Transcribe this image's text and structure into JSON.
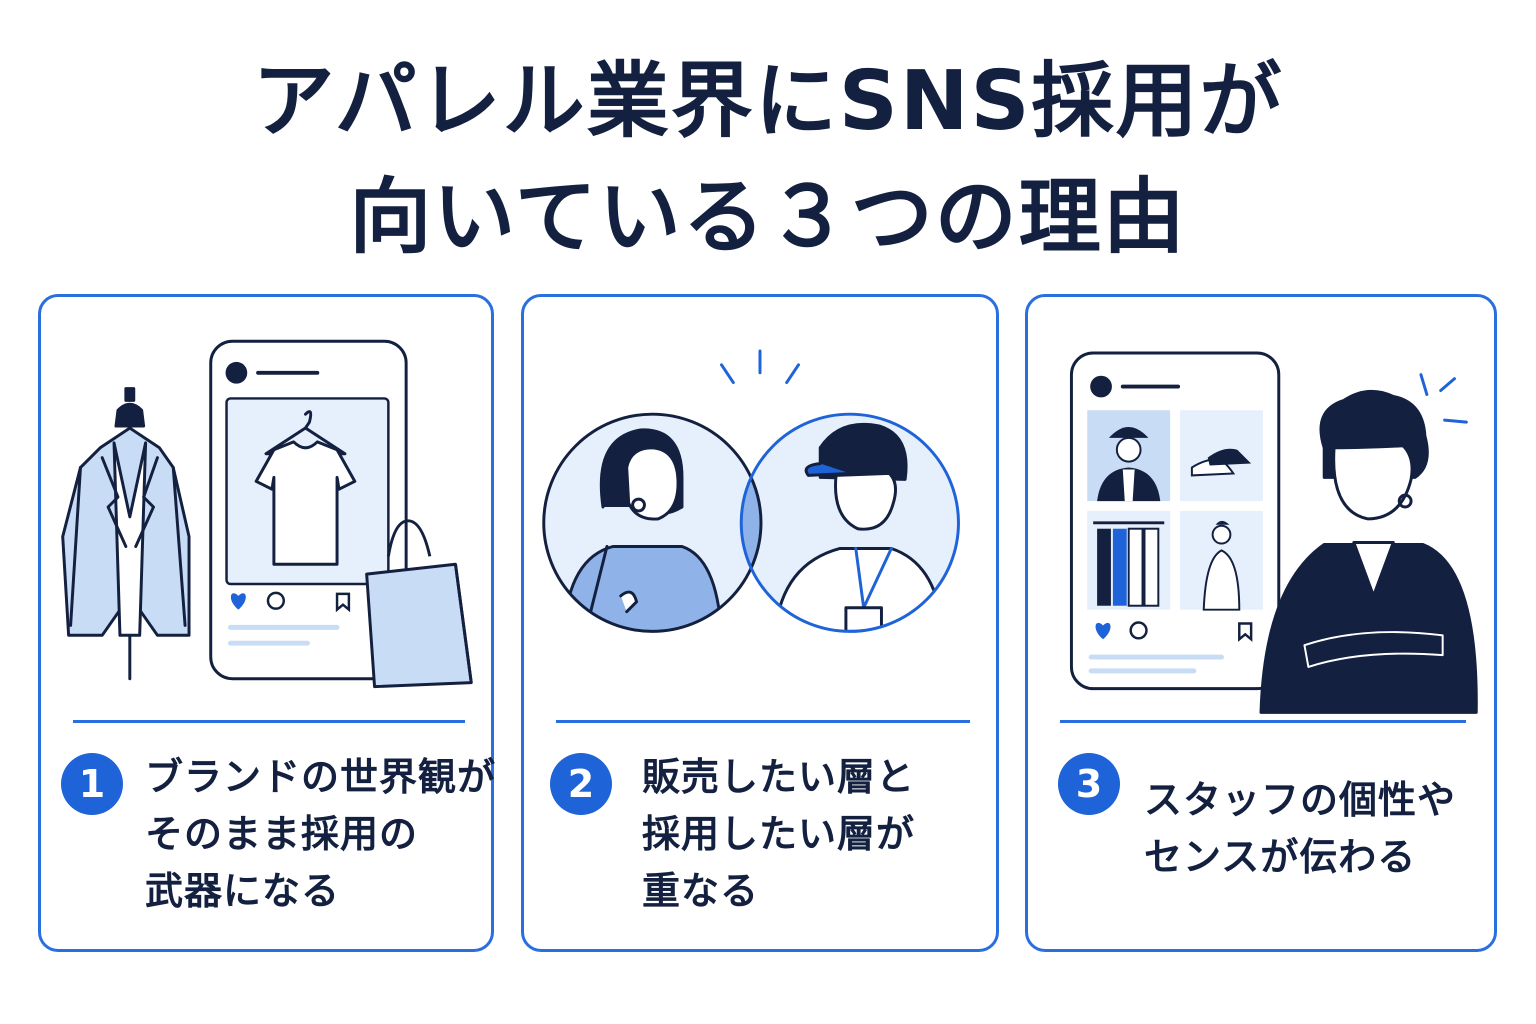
{
  "title": {
    "line1": "アパレル業界にSNS採用が",
    "line2": "向いている３つの理由"
  },
  "reasons": [
    {
      "number": "1",
      "lines": [
        "ブランドの世界観が",
        "そのまま採用の",
        "武器になる"
      ],
      "illustration": "jacket-phone-shopping-bag"
    },
    {
      "number": "2",
      "lines": [
        "販売したい層と",
        "採用したい層が",
        "重なる"
      ],
      "illustration": "overlapping-circles-customer-staff"
    },
    {
      "number": "3",
      "lines": [
        "スタッフの個性や",
        "センスが伝わる"
      ],
      "illustration": "phone-feed-staff-person"
    }
  ],
  "colors": {
    "primary": "#2a6fe0",
    "badge": "#1f63d8",
    "navy": "#13203f",
    "light_blue": "#c9dcf6",
    "pale_blue": "#e6effc"
  }
}
